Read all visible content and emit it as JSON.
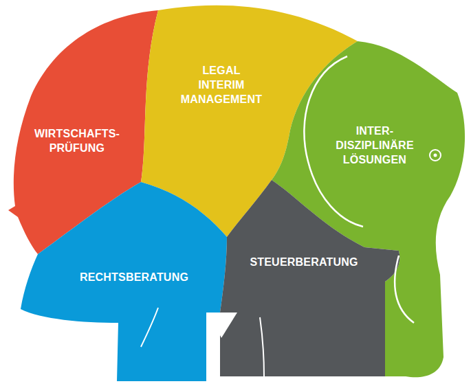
{
  "diagram": {
    "nodes": [
      {
        "text": [
          "WIRTSCHAFTS- PRÜFUNG"
        ]
      },
      {
        "text": [
          "LEGAL INTERIM MANAGEMENT"
        ]
      },
      {
        "text": [
          "INTER- DISZIPLINÄRE LÖSUNGEN"
        ]
      },
      {
        "text": [
          "RECHTSBERATUNG"
        ]
      },
      {
        "text": [
          "STEUERBERATUNG"
        ]
      }
    ]
  }
}
